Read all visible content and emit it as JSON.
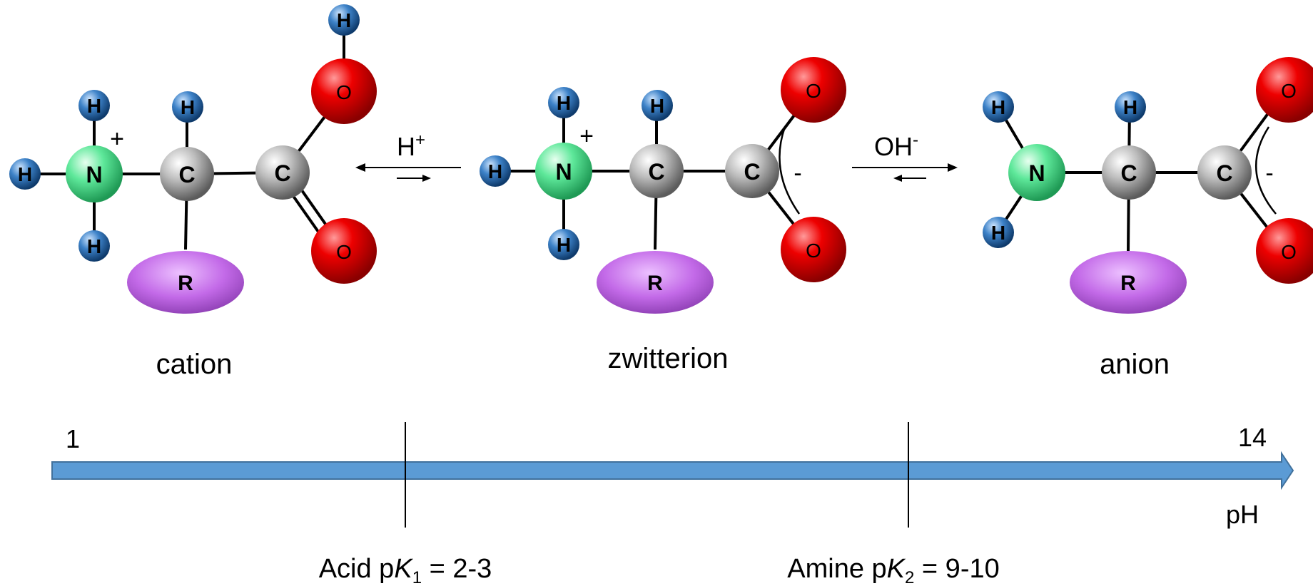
{
  "molecules": [
    {
      "caption": "cation",
      "atoms": {
        "h_top": "H",
        "h_alpha": "H",
        "h_left": "H",
        "h_bottom": "H",
        "n": "N",
        "n_charge": "+",
        "c_alpha": "C",
        "c_carboxyl": "C",
        "o_top": "O",
        "o_bottom": "O",
        "r": "R"
      }
    },
    {
      "caption": "zwitterion",
      "atoms": {
        "h_top": "H",
        "h_alpha": "H",
        "h_left": "H",
        "h_bottom": "H",
        "n": "N",
        "n_charge": "+",
        "c_alpha": "C",
        "c_carboxyl": "C",
        "o_top": "O",
        "o_bottom": "O",
        "carboxylate_charge": "-",
        "r": "R"
      }
    },
    {
      "caption": "anion",
      "atoms": {
        "h_top": "H",
        "h_alpha": "H",
        "h_bottom": "H",
        "n": "N",
        "c_alpha": "C",
        "c_carboxyl": "C",
        "o_top": "O",
        "o_bottom": "O",
        "carboxylate_charge": "-",
        "r": "R"
      }
    }
  ],
  "equilibria": {
    "left": {
      "base": "H",
      "sup": "+"
    },
    "right": {
      "base": "OH",
      "sup": "-"
    },
    "carboxyl_oh_h": "H"
  },
  "ph_scale": {
    "start_label": "1",
    "end_label": "14",
    "axis_label": "pH",
    "pk1": {
      "prefix": "Acid p",
      "k": "K",
      "sub": "1",
      "suffix": " = 2-3"
    },
    "pk2": {
      "prefix": "Amine p",
      "k": "K",
      "sub": "2",
      "suffix": " = 9-10"
    }
  },
  "colors": {
    "hydrogen": "#3a7cc3",
    "nitrogen": "#5ee89a",
    "carbon": "#b8b8b8",
    "oxygen": "#e00000",
    "r_group": "#c36ae8",
    "ph_arrow_fill": "#5b9bd5",
    "ph_arrow_stroke": "#41719c"
  }
}
